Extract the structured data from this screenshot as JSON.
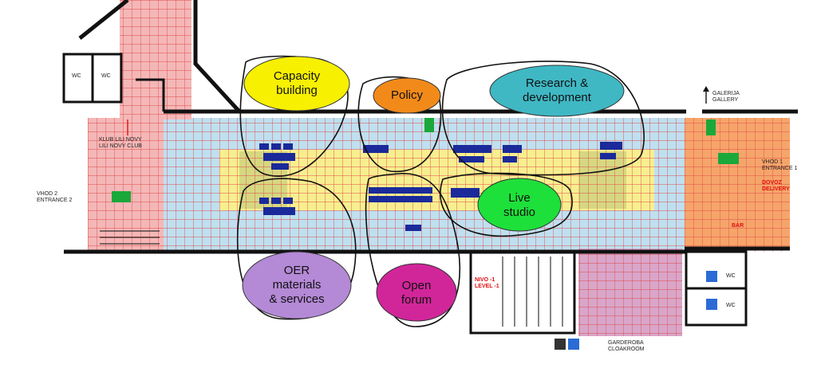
{
  "zones": {
    "capacity": [
      "Capacity",
      "building"
    ],
    "policy": [
      "Policy"
    ],
    "research": [
      "Research &",
      "development"
    ],
    "live": [
      "Live",
      "studio"
    ],
    "oer": [
      "OER",
      "materials",
      "& services"
    ],
    "forum": [
      "Open",
      "forum"
    ]
  },
  "labels": {
    "wc": "WC",
    "klub_1": "KLUB LILI NOVY",
    "klub_2": "LILI NOVY CLUB",
    "vhod2_1": "VHOD 2",
    "vhod2_2": "ENTRANCE 2",
    "galerija_1": "GALERIJA",
    "galerija_2": "GALLERY",
    "vhod1_1": "VHOD 1",
    "vhod1_2": "ENTRANCE 1",
    "dovoz_1": "DOVOZ",
    "dovoz_2": "DELIVERY",
    "bar": "BAR",
    "nivo_1": "NIVO -1",
    "nivo_2": "LEVEL -1",
    "garderoba_1": "GARDEROBA",
    "garderoba_2": "CLOAKROOM"
  },
  "colors": {
    "capacity": "#f7f000",
    "policy": "#f28a1a",
    "research": "#3fb8c4",
    "live": "#1ee03a",
    "oer": "#b489d6",
    "forum": "#d1269a",
    "floor_blue": "#bfe0f0",
    "floor_yellow": "#f7ef8f",
    "grid_red": "#e04a4a",
    "pink": "#f4b7b7",
    "orange": "#f6a56a"
  }
}
